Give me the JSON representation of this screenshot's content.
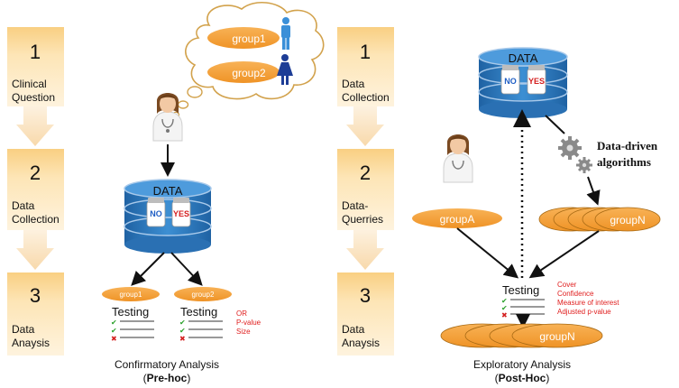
{
  "left_steps": [
    {
      "num": "1",
      "label": [
        "Clinical",
        "Question"
      ]
    },
    {
      "num": "2",
      "label": [
        "Data",
        "Collection"
      ]
    },
    {
      "num": "3",
      "label": [
        "Data",
        "Anaysis"
      ]
    }
  ],
  "right_steps": [
    {
      "num": "1",
      "label": [
        "Data",
        "Collection"
      ]
    },
    {
      "num": "2",
      "label": [
        "Data-",
        "Querries"
      ]
    },
    {
      "num": "3",
      "label": [
        "Data",
        "Anaysis"
      ]
    }
  ],
  "thought_groups": [
    "group1",
    "group2"
  ],
  "database_label": "DATA",
  "pill_labels": {
    "no": "NO",
    "yes": "YES"
  },
  "left_groups": [
    "group1",
    "group2"
  ],
  "testing_label": "Testing",
  "left_stats": [
    "OR",
    "P-value",
    "Size"
  ],
  "left_caption": {
    "line1": "Confirmatory Analysis",
    "line2_open": "(",
    "line2_bold": "Pre-hoc",
    "line2_close": ")"
  },
  "group_a": "groupA",
  "algorithms_label": [
    "Data-driven",
    "algorithms"
  ],
  "stacked_group_label": "groupN",
  "right_stats": [
    "Cover",
    "Confidence",
    "Measure of interest",
    "Adjusted p-value"
  ],
  "right_caption": {
    "line1": "Exploratory Analysis",
    "line2_open": "(",
    "line2_bold": "Post-Hoc",
    "line2_close": ")"
  },
  "colors": {
    "step_box_light": "#fde9c3",
    "step_box_dark": "#f9cf82",
    "arrow_light": "#fbe6c6",
    "group_fill": "#f5a541",
    "db_blue": "#2e7bbf",
    "db_dark": "#1e5f99",
    "stat_red": "#e02020",
    "male_blue": "#3a8fd8",
    "female_blue": "#1d3d96"
  }
}
